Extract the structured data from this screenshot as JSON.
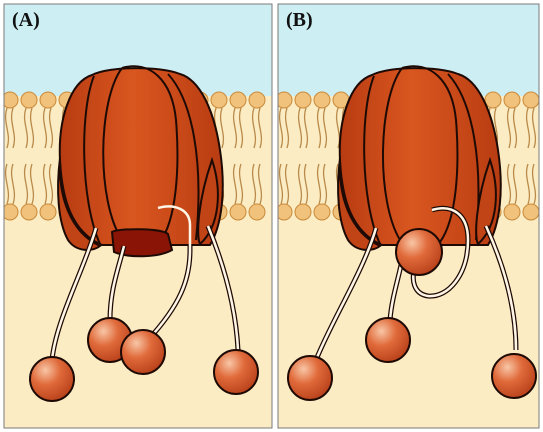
{
  "panels": [
    {
      "label": "(A)",
      "state": "open",
      "gate_color": "#8a1406"
    },
    {
      "label": "(B)",
      "state": "inactivated"
    }
  ],
  "colors": {
    "extracellular": "#cdeff4",
    "cytoplasm": "#fbecc4",
    "lipid_head": "#f0c27c",
    "lipid_head_stroke": "#c98a3a",
    "lipid_tail": "#b98a4a",
    "channel_fill": "#cf4c1a",
    "channel_stroke": "#1e0a05",
    "ball_fill": "#e1673a",
    "ball_highlight": "#f5b592",
    "tether": "#fff6e6"
  }
}
